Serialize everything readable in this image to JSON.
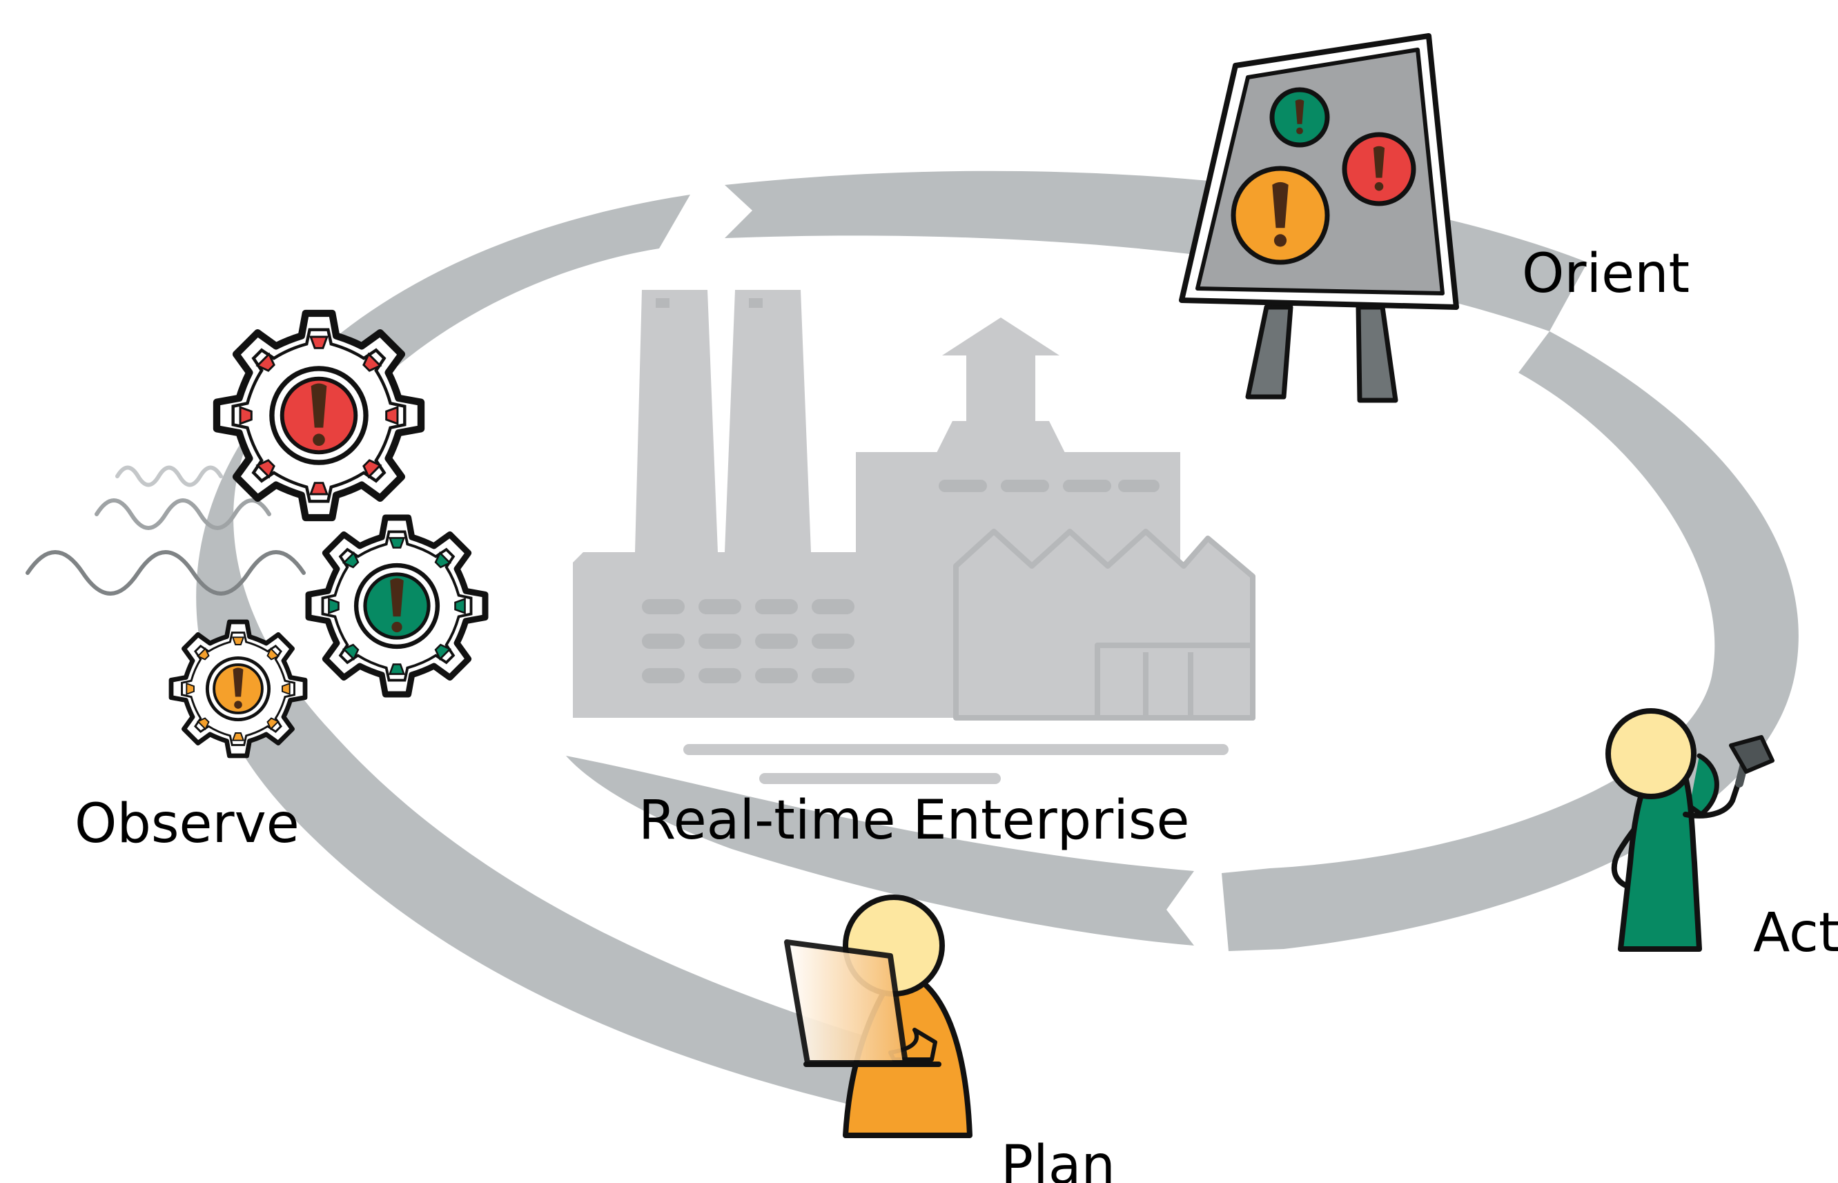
{
  "labels": {
    "orient": "Orient",
    "observe": "Observe",
    "enterprise": "Real-time Enterprise",
    "act": "Act",
    "plan": "Plan"
  },
  "colors": {
    "cycle_arrow": "#b9bdbf",
    "factory": "#c8c9cb",
    "factory_detail": "#b6b8ba",
    "alert_red": "#e8413f",
    "alert_green": "#078a63",
    "alert_orange": "#f5a02b",
    "person_head": "#fde7a0",
    "person_green": "#078a63",
    "person_orange": "#f5a02b",
    "board_gray": "#a2a4a6",
    "outline": "#111111"
  }
}
